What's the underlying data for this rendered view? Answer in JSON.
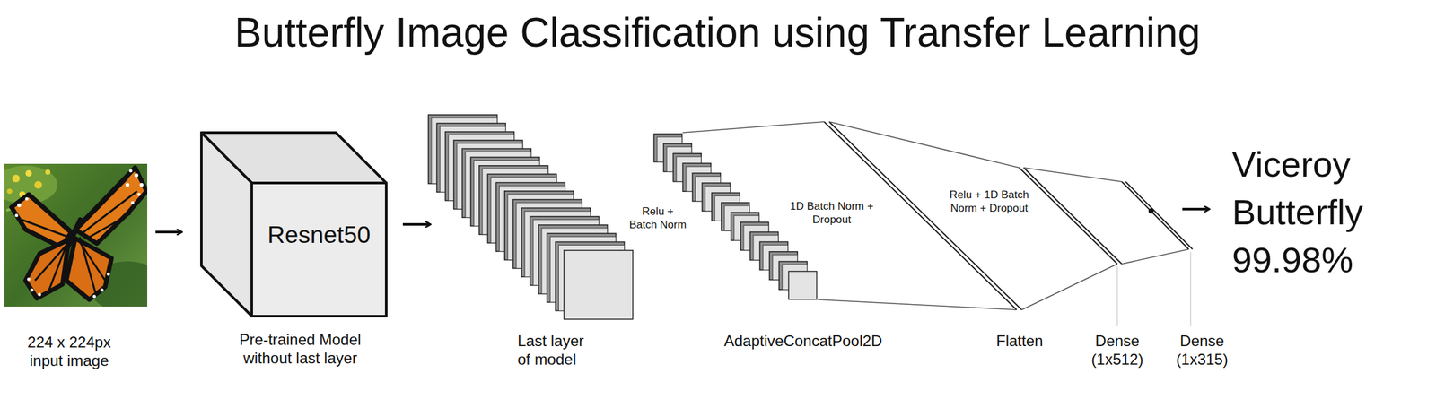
{
  "diagram": {
    "title": "Butterfly Image Classification using Transfer Learning",
    "nodes": [
      {
        "text": [
          "Resnet50"
        ]
      }
    ],
    "labels": [
      "224 x 224px input image",
      "Pre-trained Model without last layer",
      "Last layer of model",
      "Relu + Batch Norm",
      "1D Batch Norm + Dropout",
      "AdaptiveConcatPool2D",
      "Relu + 1D Batch Norm + Dropout",
      "Flatten",
      "Dense (1x512)",
      "Dense (1x315)",
      "Viceroy Butterfly 99.98%"
    ]
  }
}
